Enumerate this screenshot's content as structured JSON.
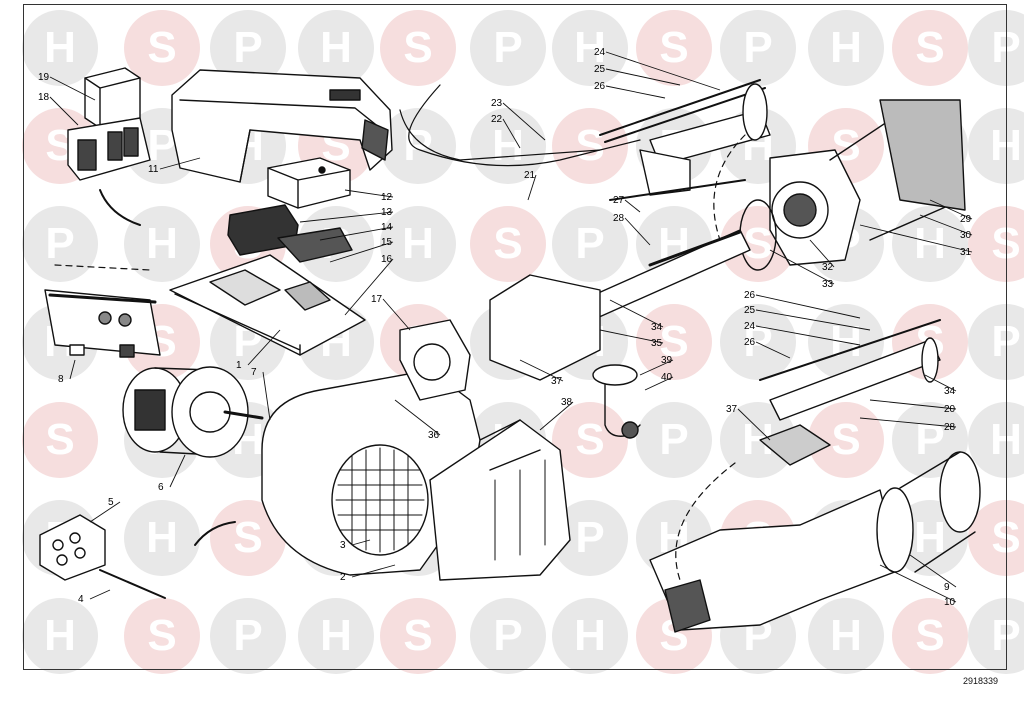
{
  "watermark": {
    "letters": [
      "H",
      "S",
      "P"
    ]
  },
  "drawing_ref": "2918339",
  "callouts": [
    "1",
    "2",
    "3",
    "4",
    "5",
    "6",
    "7",
    "8",
    "9",
    "10",
    "11",
    "12",
    "13",
    "14",
    "15",
    "16",
    "17",
    "18",
    "19",
    "20",
    "21",
    "22",
    "23",
    "24",
    "25",
    "26",
    "27",
    "28",
    "29",
    "30",
    "31",
    "32",
    "33",
    "34",
    "35",
    "36",
    "37",
    "38",
    "39",
    "40"
  ],
  "colors": {
    "watermark_gray": "#e8e8e8",
    "watermark_pink": "#f6dede",
    "line": "#111111"
  }
}
